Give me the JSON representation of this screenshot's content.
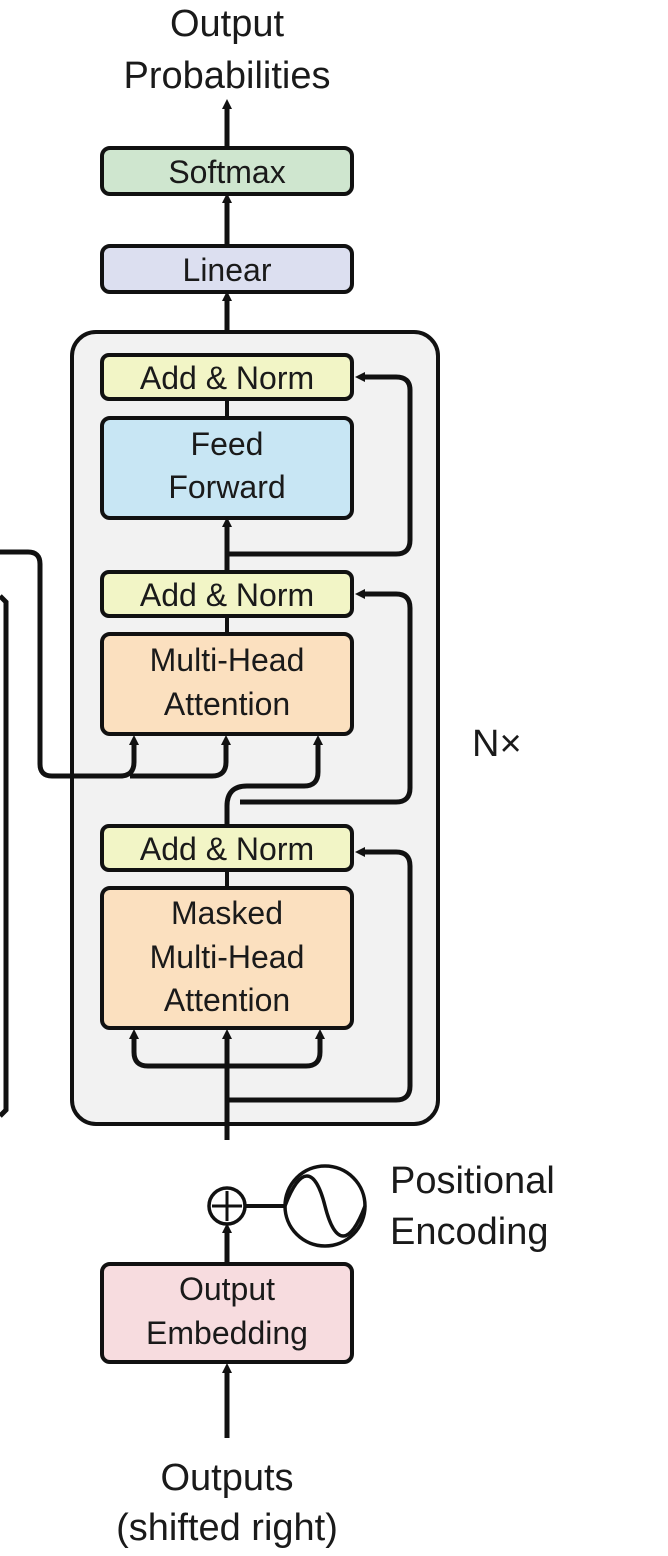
{
  "title_lines": [
    "Output",
    "Probabilities"
  ],
  "softmax": "Softmax",
  "linear": "Linear",
  "add_norm_1": "Add & Norm",
  "feed_forward": [
    "Feed",
    "Forward"
  ],
  "add_norm_2": "Add & Norm",
  "multi_head_attention": [
    "Multi-Head",
    "Attention"
  ],
  "add_norm_3": "Add & Norm",
  "masked_attention": [
    "Masked",
    "Multi-Head",
    "Attention"
  ],
  "repeat_label": "N×",
  "positional_encoding": [
    "Positional",
    "Encoding"
  ],
  "output_embedding": [
    "Output",
    "Embedding"
  ],
  "outputs": [
    "Outputs",
    "(shifted right)"
  ],
  "colors": {
    "softmax_fill": "#cfe6cf",
    "linear_fill": "#dcdff0",
    "add_norm_fill": "#f2f5c6",
    "feed_forward_fill": "#c8e6f4",
    "attention_fill": "#fbe0bf",
    "embedding_fill": "#f7dcdf",
    "container_fill": "#f2f2f2",
    "stroke": "#111111"
  }
}
